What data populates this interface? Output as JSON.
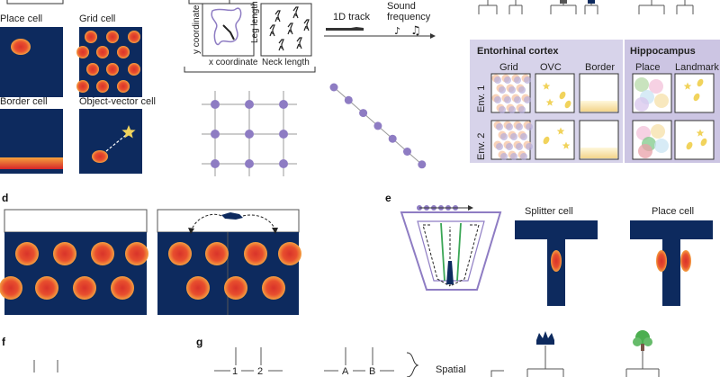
{
  "colors": {
    "navy": "#0d2a5e",
    "field_outer": "#f08a3c",
    "field_inner": "#e3352a",
    "star": "#f1d35c",
    "purple": "#8e7cc3",
    "lavender": "#d7d3ea",
    "hippo": "#ccc5e3",
    "line": "#888888"
  },
  "panel_a": {
    "place_cell": "Place cell",
    "grid_cell": "Grid cell",
    "border_cell": "Border cell",
    "ovc": "Object-vector cell"
  },
  "panel_b": {
    "y_coordinate": "y coordinate",
    "x_coordinate": "x coordinate",
    "leg_length": "Leg length",
    "neck_length": "Neck length",
    "track": "1D track",
    "sound_1": "Sound",
    "sound_2": "frequency"
  },
  "panel_c": {
    "entorhinal": "Entorhinal cortex",
    "hippocampus": "Hippocampus",
    "cols": [
      "Grid",
      "OVC",
      "Border",
      "Place",
      "Landmark"
    ],
    "rows": [
      "Env. 1",
      "Env. 2"
    ]
  },
  "panel_d": {
    "label": "d"
  },
  "panel_e": {
    "label": "e",
    "splitter": "Splitter cell",
    "place": "Place cell"
  },
  "panel_f": {
    "label": "f"
  },
  "panel_g": {
    "label": "g",
    "n1": "1",
    "n2": "2",
    "a": "A",
    "b": "B",
    "spatial": "Spatial"
  }
}
